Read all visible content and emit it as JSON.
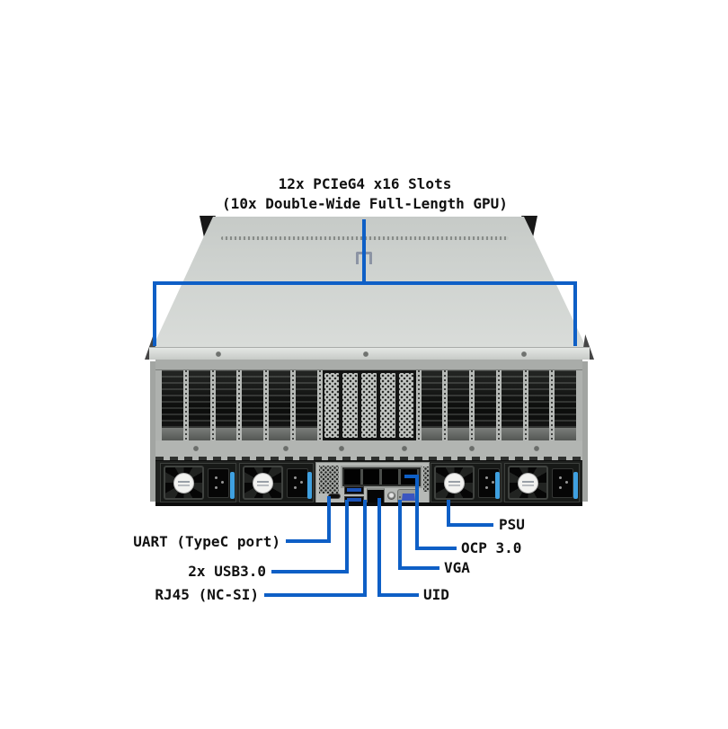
{
  "diagram": {
    "background": "#ffffff",
    "accent_color": "#0e5fc6",
    "text_color": "#111111",
    "title": {
      "line1": "12x PCIeG4 x16 Slots",
      "line2": "(10x Double-Wide Full-Length GPU)"
    },
    "callouts": {
      "pcie": {
        "label_line1": "12x PCIeG4 x16 Slots",
        "label_line2": "(10x Double-Wide Full-Length GPU)"
      },
      "uart": {
        "label": "UART (TypeC port)"
      },
      "usb3": {
        "label": "2x USB3.0"
      },
      "rj45": {
        "label": "RJ45 (NC-SI)"
      },
      "uid": {
        "label": "UID"
      },
      "vga": {
        "label": "VGA"
      },
      "ocp": {
        "label": "OCP 3.0"
      },
      "psu": {
        "label": "PSU"
      }
    },
    "server": {
      "pcie": {
        "left_bays": 6,
        "blank_covers": 5,
        "right_bays": 6
      },
      "psu_count": 4
    }
  }
}
